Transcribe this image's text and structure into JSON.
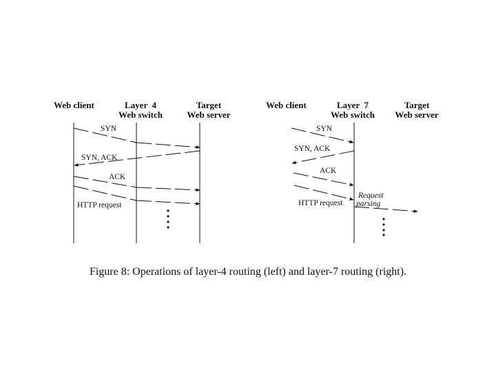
{
  "left": {
    "headers": {
      "client": "Web client",
      "switch_line1": "Layer  4",
      "switch_line2": "Web switch",
      "server_line1": "Target",
      "server_line2": "Web server"
    },
    "messages": {
      "syn": "SYN",
      "syn_ack": "SYN, ACK",
      "ack": "ACK",
      "http": "HTTP request"
    }
  },
  "right": {
    "headers": {
      "client": "Web client",
      "switch_line1": "Layer  7",
      "switch_line2": "Web switch",
      "server_line1": "Target",
      "server_line2": "Web server"
    },
    "messages": {
      "syn": "SYN",
      "syn_ack": "SYN, ACK",
      "ack": "ACK",
      "http": "HTTP request",
      "parsing_line1": "Request",
      "parsing_line2": "parsing"
    }
  },
  "caption": "Figure 8:  Operations of layer-4 routing (left) and layer-7 routing (right)."
}
